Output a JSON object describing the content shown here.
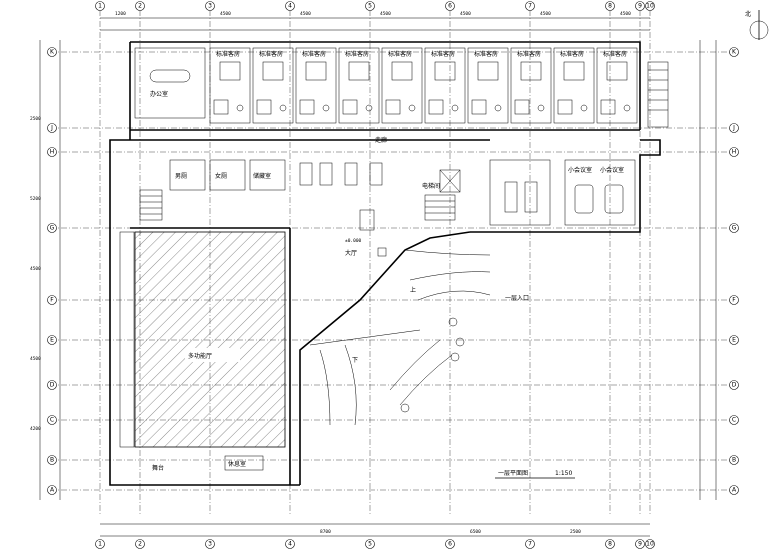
{
  "north_label": "北",
  "drawing_title": "一层平面图",
  "drawing_scale": "1:150",
  "axes_top": [
    "1",
    "2",
    "3",
    "4",
    "5",
    "6",
    "7",
    "8",
    "9",
    "10"
  ],
  "axes_left": [
    "K",
    "J",
    "H",
    "G",
    "F",
    "E",
    "D",
    "C",
    "B",
    "A"
  ],
  "rooms": {
    "office_top_left": "办公室",
    "guest_rooms": [
      "标准客房",
      "标准客房",
      "标准客房",
      "标准客房",
      "标准客房",
      "标准客房",
      "标准客房",
      "标准客房",
      "标准客房",
      "标准客房"
    ],
    "corridor": "走廊",
    "men_wc": "男厕",
    "women_wc": "女厕",
    "storage": "储藏室",
    "hall": "大厅",
    "elevator_room": "电梯间",
    "small_meeting_1": "小会议室",
    "small_meeting_2": "小会议室",
    "multi_hall": "多功能厅",
    "lounge": "休息室",
    "stage": "舞台",
    "entrance_note": "一层入口",
    "up": "上",
    "down": "下",
    "hall_level": "±0.000"
  }
}
